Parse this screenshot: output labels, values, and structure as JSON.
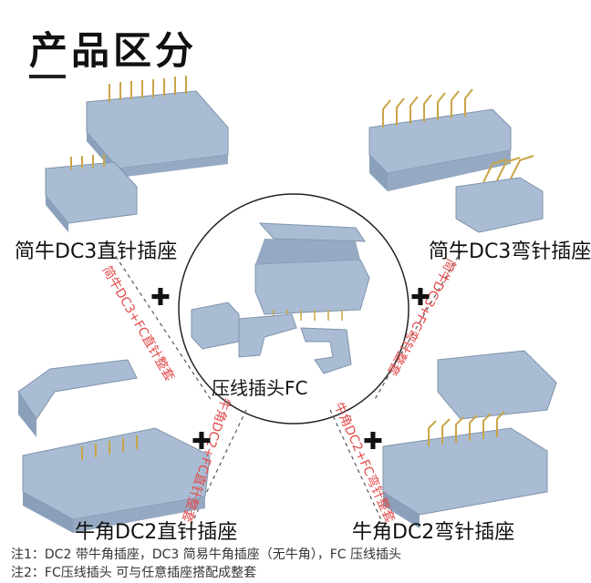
{
  "title": "产品区分",
  "center_label": "压线插头FC",
  "products": {
    "top_left": "简牛DC3直针插座",
    "top_right": "简牛DC3弯针插座",
    "bottom_left": "牛角DC2直针插座",
    "bottom_right": "牛角DC2弯针插座"
  },
  "combos": {
    "top_left": "简牛DC3+FC直针整套",
    "top_right": "简牛DC3+FC弯针整套",
    "bottom_left": "牛角DC2+FC直针整套",
    "bottom_right": "牛角DC2+FC弯针整套"
  },
  "plus_sign": "✚",
  "notes": [
    "注1：DC2 带牛角插座，DC3 简易牛角插座（无牛角），FC 压线插头",
    "注2：FC压线插头 可与任意插座搭配成整套"
  ],
  "colors": {
    "connector_body": "#9fb3cc",
    "pin_gold": "#c9a547",
    "combo_text": "#e34b4b",
    "dashed_line": "#555555"
  }
}
